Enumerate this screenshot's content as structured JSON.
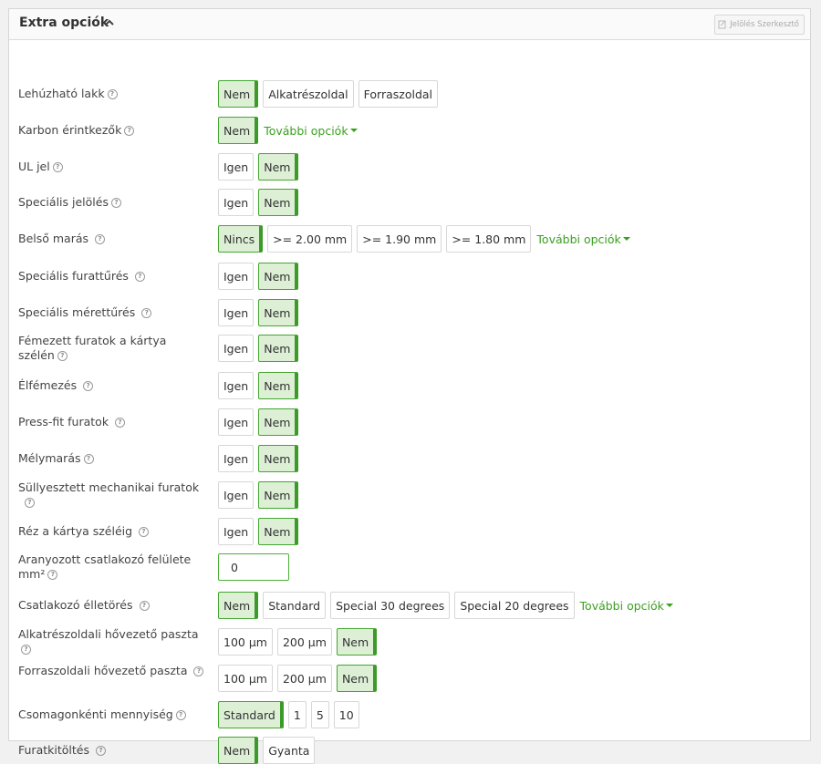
{
  "header": {
    "title": "Extra opciók",
    "editor_button": "Jelölés Szerkesztő"
  },
  "rows": [
    {
      "label": "Lehúzható lakk",
      "options": [
        "Nem",
        "Alkatrészoldal",
        "Forraszoldal"
      ],
      "selected": "Nem"
    },
    {
      "label": "Karbon érintkezők",
      "options": [
        "Nem"
      ],
      "selected": "Nem",
      "more": "További opciók"
    },
    {
      "label": "UL jel",
      "options": [
        "Igen",
        "Nem"
      ],
      "selected": "Nem"
    },
    {
      "label": "Speciális jelölés",
      "options": [
        "Igen",
        "Nem"
      ],
      "selected": "Nem"
    },
    {
      "label": "Belső marás",
      "options": [
        "Nincs",
        ">= 2.00 mm",
        ">= 1.90 mm",
        ">= 1.80 mm"
      ],
      "selected": "Nincs",
      "more": "További opciók"
    },
    {
      "label": "Speciális furattűrés",
      "options": [
        "Igen",
        "Nem"
      ],
      "selected": "Nem"
    },
    {
      "label": "Speciális mérettűrés",
      "options": [
        "Igen",
        "Nem"
      ],
      "selected": "Nem"
    },
    {
      "label": "Fémezett furatok a kártya szélén",
      "options": [
        "Igen",
        "Nem"
      ],
      "selected": "Nem"
    },
    {
      "label": "Élfémezés",
      "options": [
        "Igen",
        "Nem"
      ],
      "selected": "Nem"
    },
    {
      "label": "Press-fit furatok",
      "options": [
        "Igen",
        "Nem"
      ],
      "selected": "Nem"
    },
    {
      "label": "Mélymarás",
      "options": [
        "Igen",
        "Nem"
      ],
      "selected": "Nem"
    },
    {
      "label": "Süllyesztett mechanikai furatok",
      "options": [
        "Igen",
        "Nem"
      ],
      "selected": "Nem"
    },
    {
      "label": "Réz a kártya széléig",
      "options": [
        "Igen",
        "Nem"
      ],
      "selected": "Nem"
    },
    {
      "label": "Aranyozott csatlakozó felülete mm²",
      "input_value": "0"
    },
    {
      "label": "Csatlakozó élletörés",
      "options": [
        "Nem",
        "Standard",
        "Special 30 degrees",
        "Special 20 degrees"
      ],
      "selected": "Nem",
      "more": "További opciók"
    },
    {
      "label": "Alkatrészoldali hővezető paszta",
      "options": [
        "100 µm",
        "200 µm",
        "Nem"
      ],
      "selected": "Nem"
    },
    {
      "label": "Forraszoldali hővezető paszta",
      "options": [
        "100 µm",
        "200 µm",
        "Nem"
      ],
      "selected": "Nem"
    },
    {
      "label": "Csomagonkénti mennyiség",
      "options": [
        "Standard",
        "1",
        "5",
        "10"
      ],
      "selected": "Standard"
    },
    {
      "label": "Furatkitöltés",
      "options": [
        "Nem",
        "Gyanta"
      ],
      "selected": "Nem"
    }
  ],
  "icons": {
    "help": "help-circle-icon",
    "collapse": "chevron-up-icon",
    "editor": "edit-document-icon",
    "more": "caret-down-icon"
  },
  "colors": {
    "accent": "#3aa11f",
    "selected_bg": "#ddf0d6"
  }
}
